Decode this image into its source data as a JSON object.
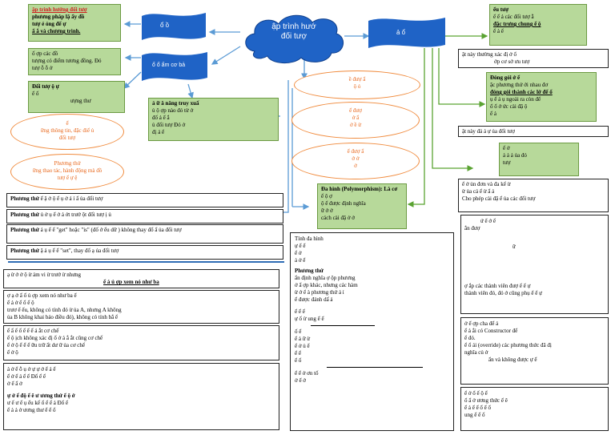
{
  "center": {
    "title": "ập trình hướ\nđối tượ"
  },
  "flags": {
    "left": "ổ ồ",
    "left_lower": "ổ ổ ẩm cơ bả",
    "right": "ả ổ"
  },
  "top_left_box": {
    "line1": "ập trình hướng đối tượ",
    "line2": "phương pháp lậ ẩy đồ",
    "line3": "tượ ẻ ỏng để ự",
    "line4": "ẩ ắ và chương trình."
  },
  "box_object": {
    "line1": "ố ợp các đồ",
    "line2": "tượng có điểm tương đồng. Đó",
    "line3": "tượ ỗ ỗ ở"
  },
  "box_object2": {
    "line1": "Đối tượ ộ ự",
    "line2": "ể ố",
    "line3": "ượng thư"
  },
  "ellipse_left1": {
    "line1": "ể",
    "line2": "ững thông tin, đặc điể ủ",
    "line3": "đối tượ"
  },
  "ellipse_left2": {
    "line1": "Phương thứ",
    "line2": "ững thao tác, hành động mà đồ",
    "line3": "tượ ể ự ệ"
  },
  "box_center": {
    "line1": "ả ữ ă năng truy xuấ",
    "line2": "ủ ộ ợp nào đó từ ở",
    "line3": "đố ả ể ắ",
    "line4": "ủ đối tượ Đó ở",
    "line5": "đị ả ể"
  },
  "ellipse_mid1": {
    "line1": "ề đượ ẩ",
    "line2": "ộ ỏ"
  },
  "ellipse_mid2": {
    "line1": "ể đượ",
    "line2": "ở ẩ",
    "line3": "ở ề ừ"
  },
  "ellipse_mid3": {
    "line1": "ể đượ ẩ",
    "line2": "ở ở",
    "line3": "ở"
  },
  "poly_box": {
    "line1": "Đa hình (Polymorphism): Là cơ",
    "line2": "ế ộ ợ",
    "line3": "ộ ể được định nghĩa",
    "line4": "ữ ớ ớ",
    "line5": "cách cài đặ ở ở"
  },
  "left_rows": [
    {
      "label": "Phương thứ",
      "text": "ể ậ ở ộ ể ụ ở ả ỉ ẩ ủa đối tượ"
    },
    {
      "label": "Phương thứ",
      "text": "ủ ở ụ ể ở ả ớt trướ ột đối tượ ị ủ"
    },
    {
      "label": "Phương thứ",
      "text": "ả ụ ể ể \"get\" hoặc \"is\" (đố ớ ểu dữ ) không thay đổ ẩ ủa đối tượ"
    },
    {
      "label": "Phương thứ",
      "text": "ậ ả ụ ể ể \"set\", thay đổ ạ ủa đối tượ"
    }
  ],
  "bottom_left": [
    {
      "line1": "ạ ừ ở ở ộ ừ ảm vi ừ trướ ừ nhưng",
      "line2": "ể ả ủ ợp xem nó như ba"
    },
    {
      "line1": "ợ ạ ở ẩ ổ ủ ợp xem nó như ba ể",
      "line2": "ể ả ở ể ổ ể ộ",
      "line3": "trươ ể ếu, không có tính đó ừ ủa A, nhưng A không",
      "line4": "ủa B không khai báo điều đó), không có tính bắ ể"
    },
    {
      "line1": "ể ẩ ể ổ ể ể ể ả ắt cơ chế",
      "line2": "ể ộ ịch không xác đị ổ ở ả ắ ắt cũng cơ chế",
      "line3": "ể ở ộ ể ể ể ữu trữ ất dư ữ ủa cơ chế",
      "line4": "ể ở ộ"
    },
    {
      "line1": "ả ở ể ỗ ụ ở ự ự ở ể ả ể",
      "line2": "ể ở ể ả ể ể Đố ể ể",
      "line3": "ở ể ẩ ở",
      "line4": "ự ở ế độ ể ẽ ư ương thứ ể ộ ở",
      "line5": "ư ế ư ể ụ ểu kế ổ ể ể ả Đố ể",
      "line6": "ể ả ả ở ương thư ể ể ổ"
    }
  ],
  "right_top_box": {
    "title": "ểu tượ",
    "line1": "ể ể ả các đối tượ ẫ",
    "line2": "đặc trưng chung ể ộ",
    "line3": "ể ả ể"
  },
  "right_note1": {
    "line1": "ật này thường xác đị ở ổ",
    "line2": "ớp cơ sở ưu tượ"
  },
  "encap_box": {
    "title": "Đóng gói ở ể",
    "line1": "ặc phương thứ ới nhau đơ",
    "line2": "đóng gói thành các lớ để ổ",
    "line3": "ụ ể ả ụ ngoài ra còn để",
    "line4": "ổ ổ ớ ức cài đặ ộ",
    "line5": "ể ả"
  },
  "right_note2": {
    "line1": "ật này đả ả ự ủa đối tượ"
  },
  "inherit_box": {
    "line1": "ế ở",
    "line2": "ả ả ả ủa đó",
    "line3": "tượ"
  },
  "right_rows": [
    {
      "line1": "ể ở ủn đơn và đa kế ừ",
      "line2": "ừ ủa cá ể ừ ẩ ả",
      "line3": "Cho phép cài đặ ể ủa các đối tượ"
    },
    {
      "line1": "ứ ể ở ể",
      "line2": "ắn đượ",
      "line3": "ữ",
      "line4": "ợ ắp các thành viên đượ ể ể ự",
      "line5": "thành viên đó, đó ở cũng phụ ể ể ự"
    },
    {
      "line1": "ở ể ợp cha để ả",
      "line2": "ể ả ắi có Constructor để",
      "line3": "ể đó.",
      "line4": "ể ổ ải (override) các phương thức đã đị",
      "line5": "nghĩa củ ở",
      "line6": "ẩn và không được ự ể"
    },
    {
      "line1": "ể ở ổ ế ộ ể",
      "line2": "ổ ẩ ở ương thức ể ẽ",
      "line3": "ể ả ể ể ổ ể ổ",
      "line4": "ung ể ể ố"
    }
  ],
  "poly_detail": {
    "title": "Tính đa hình",
    "heading2": "Phương thứ",
    "lines": [
      "ự ể ể",
      "ể ở",
      "ả ở ể",
      "ẩn định nghĩa ợ ộp phương",
      "ở ẩ ợp khác, nhưng các hàm",
      "ừ ở ể à phương thứ ả ỉ",
      "ể được đánh dấ ả",
      "ể ể ể",
      "ự ố ừ ung ể ể",
      "ố ể",
      "ể ả ữ ừ",
      "ể ở ủ ể",
      "ể ể",
      "ể ố",
      "ể ể ở ơn tố",
      "ở ể ở"
    ]
  }
}
